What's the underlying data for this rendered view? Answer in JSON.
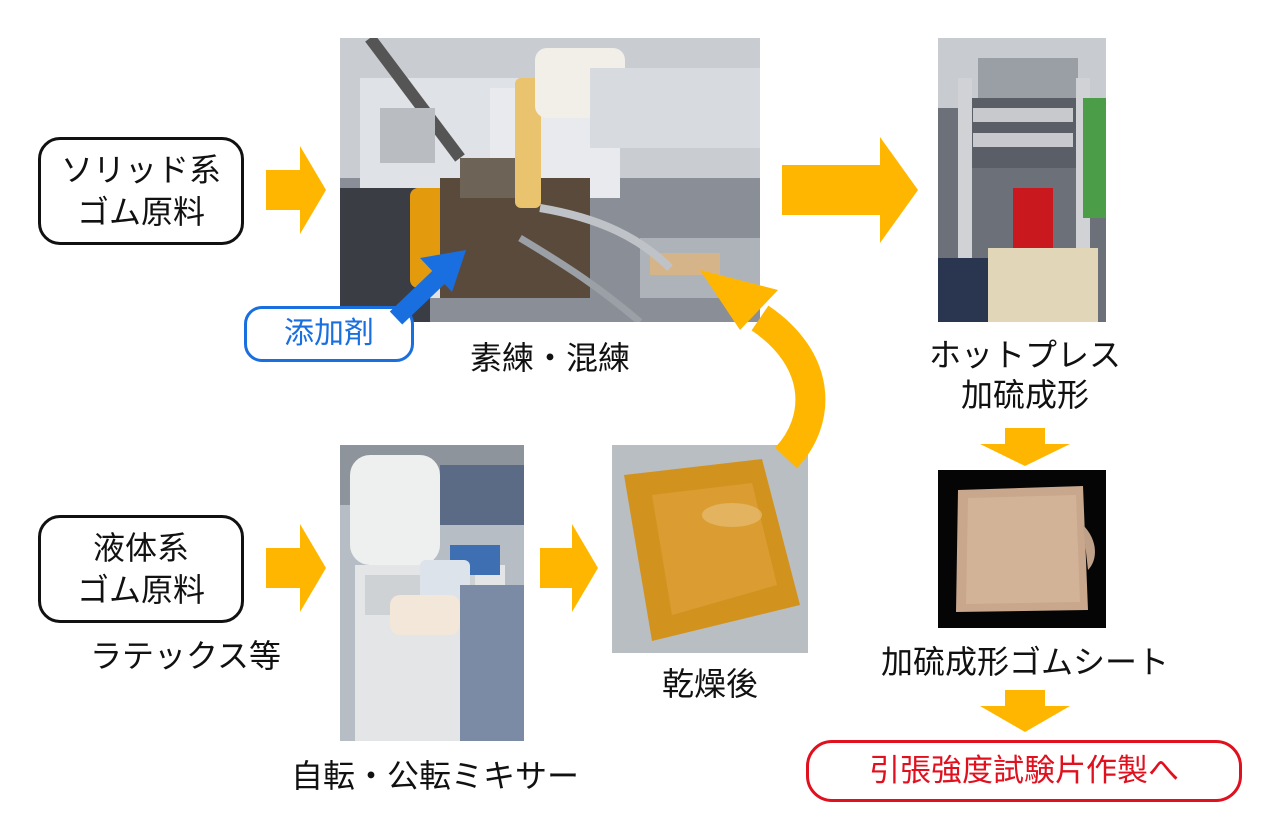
{
  "colors": {
    "arrow": "#ffb600",
    "blue_arrow": "#1a6fe0",
    "box_border": "#111111",
    "blue": "#1a6fe0",
    "red": "#e0101e"
  },
  "solid_rubber_box": {
    "line1": "ソリッド系",
    "line2": "ゴム原料"
  },
  "liquid_rubber_box": {
    "line1": "液体系",
    "line2": "ゴム原料"
  },
  "latex_label": "ラテックス等",
  "additive_box": "添加剤",
  "kneading_caption": "素練・混練",
  "hotpress_caption": {
    "line1": "ホットプレス",
    "line2": "加硫成形"
  },
  "mixer_caption": "自転・公転ミキサー",
  "dried_caption": "乾燥後",
  "sheet_caption": "加硫成形ゴムシート",
  "tensile_box": "引張強度試験片作製へ",
  "photos": {
    "kneader": "kneader-photo",
    "hot_press": "hot-press-photo",
    "mixer": "mixer-photo",
    "dried_sheet": "dried-sheet-photo",
    "vulcanized_sheet": "vulcanized-sheet-photo"
  }
}
